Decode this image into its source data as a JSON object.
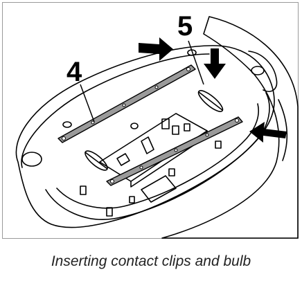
{
  "figure": {
    "callout_4": "4",
    "callout_5": "5",
    "caption": "Inserting contact clips and bulb"
  },
  "colors": {
    "line": "#000000",
    "clip_fill": "#9a9a9a",
    "frame_border": "#9a9a9a"
  },
  "icons": [
    "arrow-right-icon",
    "arrow-down-icon",
    "arrow-left-icon"
  ]
}
